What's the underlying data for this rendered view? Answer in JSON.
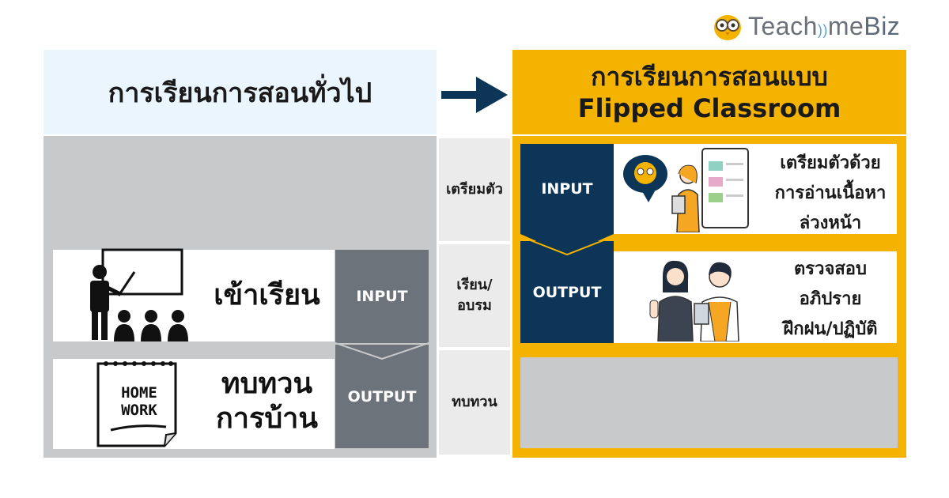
{
  "logo": {
    "text_main": "Teach",
    "text_mid": "me",
    "text_end": "Biz"
  },
  "headers": {
    "left": "การเรียนการสอนทั่วไป",
    "right_line1": "การเรียนการสอนแบบ",
    "right_line2": "Flipped Classroom"
  },
  "stages": {
    "prepare": "เตรียมตัว",
    "learn_line1": "เรียน/",
    "learn_line2": "อบรม",
    "review": "ทบทวน"
  },
  "traditional": {
    "attend_label": "เข้าเรียน",
    "attend_box": "INPUT",
    "review_line1": "ทบทวน",
    "review_line2": "การบ้าน",
    "review_box": "OUTPUT",
    "homework_line1": "HOME",
    "homework_line2": "WORK"
  },
  "flipped": {
    "input_box": "INPUT",
    "input_text": [
      "เตรียมตัวด้วย",
      "การอ่านเนื้อหา",
      "ล่วงหน้า"
    ],
    "output_box": "OUTPUT",
    "output_text": [
      "ตรวจสอบ",
      "อภิปราย",
      "ฝึกฝน/ปฏิบัติ"
    ]
  },
  "colors": {
    "accent_yellow": "#f5b301",
    "navy": "#0c3558",
    "light_blue": "#eaf5fd",
    "panel_gray": "#c8c9cb",
    "box_gray": "#6d737b"
  }
}
